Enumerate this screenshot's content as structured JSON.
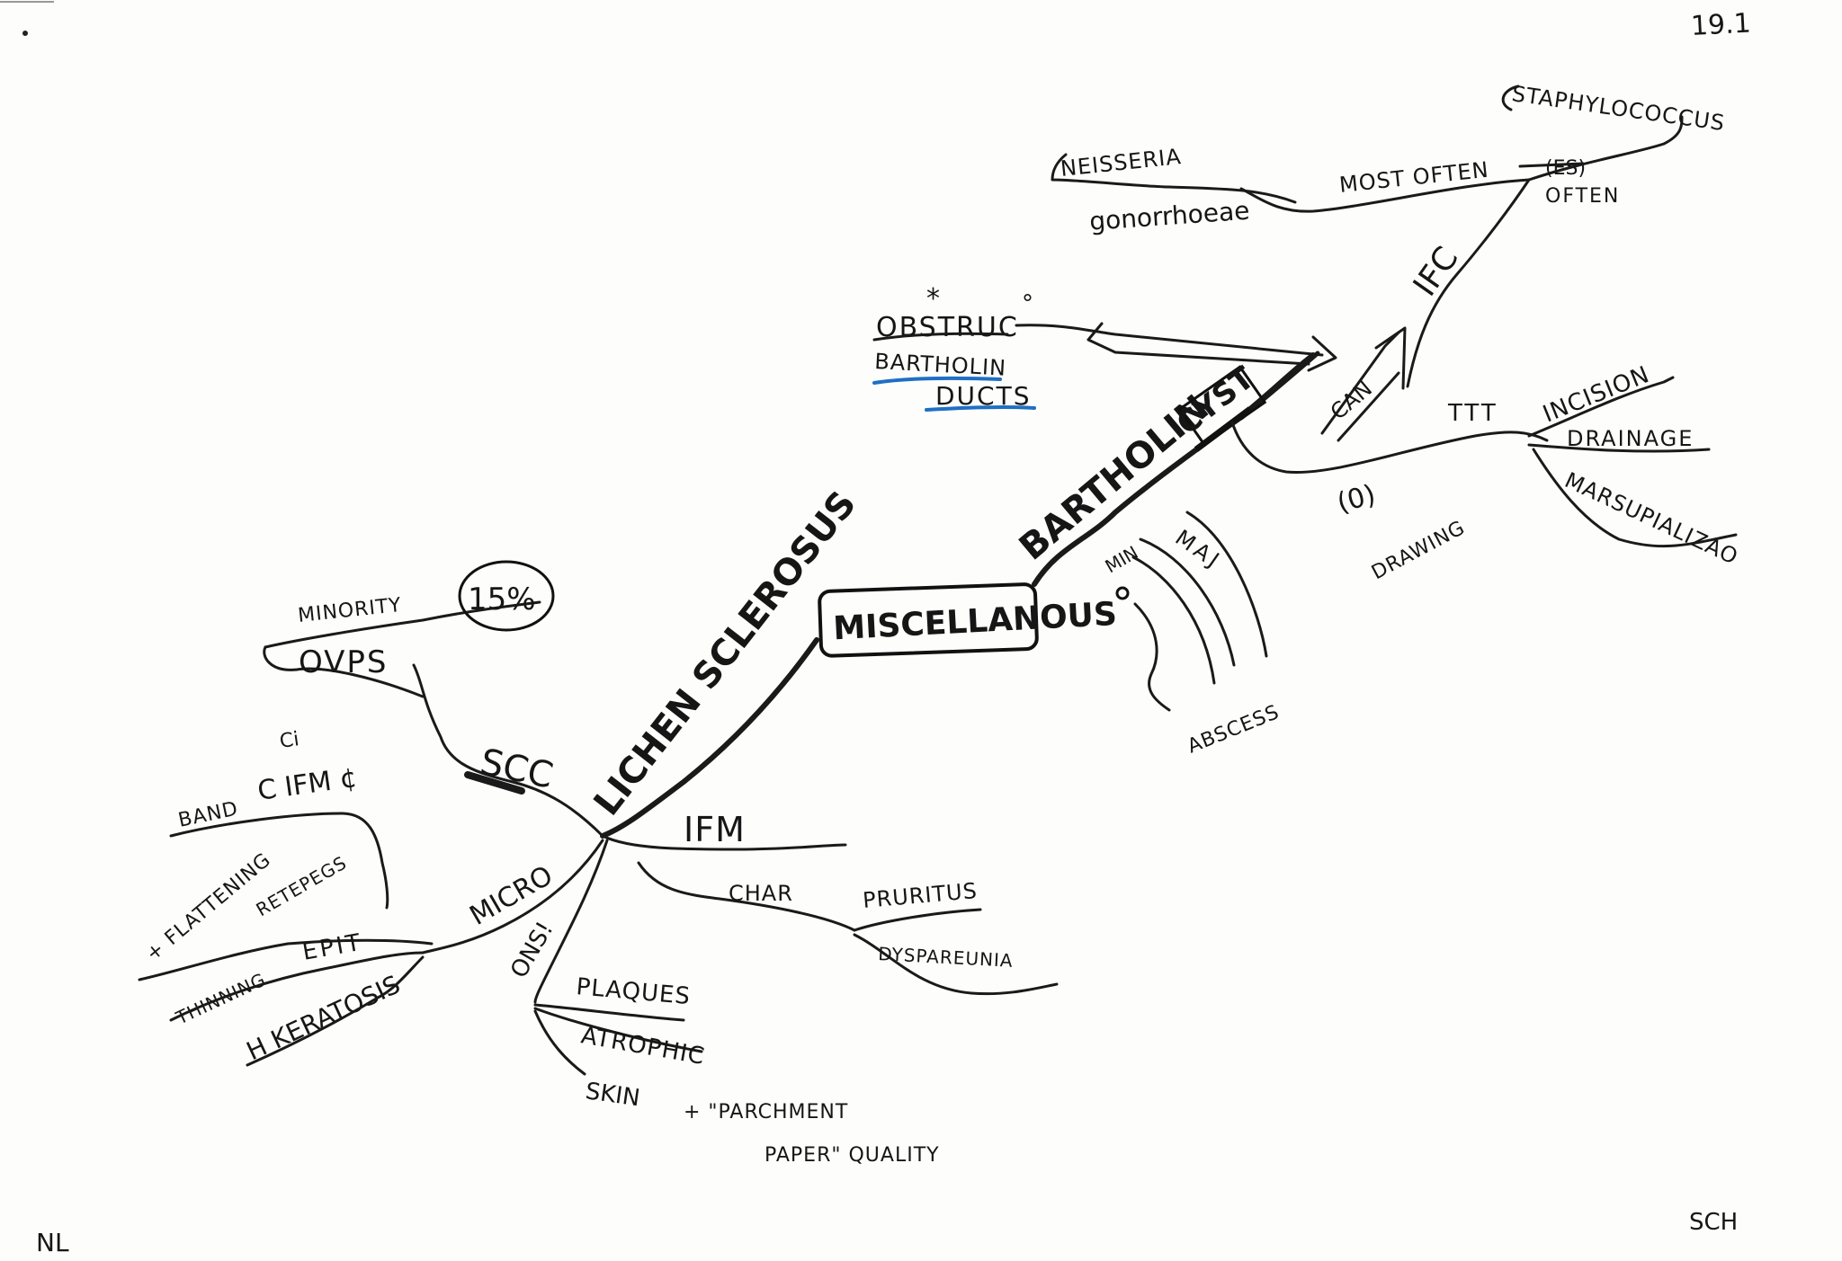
{
  "page": {
    "page_number": "19.1",
    "initials_left": "NL",
    "initials_right": "SCH"
  },
  "center": {
    "label": "MISCELLANOUS"
  },
  "barthoulin": {
    "branch_label": "BARTHOLIN",
    "cyst_label": "CYST",
    "obstruction": {
      "star": "*",
      "line1": "OBSTRUC",
      "line1_suffix": "°",
      "line2": "BARTHOLIN",
      "line3": "DUCTS"
    },
    "can": "CAN",
    "ifc": "IFC",
    "ifc_ors": "(ES) OFTEN",
    "ifc_ors_line1": "(ES)",
    "ifc_ors_line2": "OFTEN",
    "most_often": "MOST OFTEN",
    "neisseria": "NEISSERIA",
    "gonorrhoeae": "gonorrhoeae",
    "staphylococcus": "STAPHYLOCOCCUS",
    "treatment": "TTT",
    "incision": "INCISION",
    "drainage": "DRAINAGE",
    "marsupialization": "MARSUPIALIZAO",
    "no_drawing": "(0)",
    "drawing": "DRAWING",
    "min": "MIN",
    "maj": "MAJ",
    "min_dot": "0",
    "abscess": "ABSCESS"
  },
  "lichen": {
    "branch_label": "LICHEN SCLEROSUS",
    "scc": "SCC",
    "ovps": "OVPS",
    "minority": "MINORITY",
    "percent": "15%",
    "ifm": "IFM",
    "char": "CHAR",
    "pruritus": "PRURITUS",
    "dyspareunia": "DYSPAREUNIA",
    "micro": "MICRO",
    "band": "BAND",
    "ci": "Ci",
    "band_ifm": "C IFM ¢",
    "flattening": "+ FLATTENING",
    "retepegs": "RETEPEGS",
    "epit": "EPIT",
    "thinning": "THINNING",
    "hkeratosis": "H KERATOSIS",
    "ons": "ONS!",
    "plaques": "PLAQUES",
    "atrophic": "ATROPHIC",
    "skin": "SKIN",
    "parchment_line1": "+ \"PARCHMENT",
    "parchment_line2": "PAPER\" QUALITY"
  }
}
